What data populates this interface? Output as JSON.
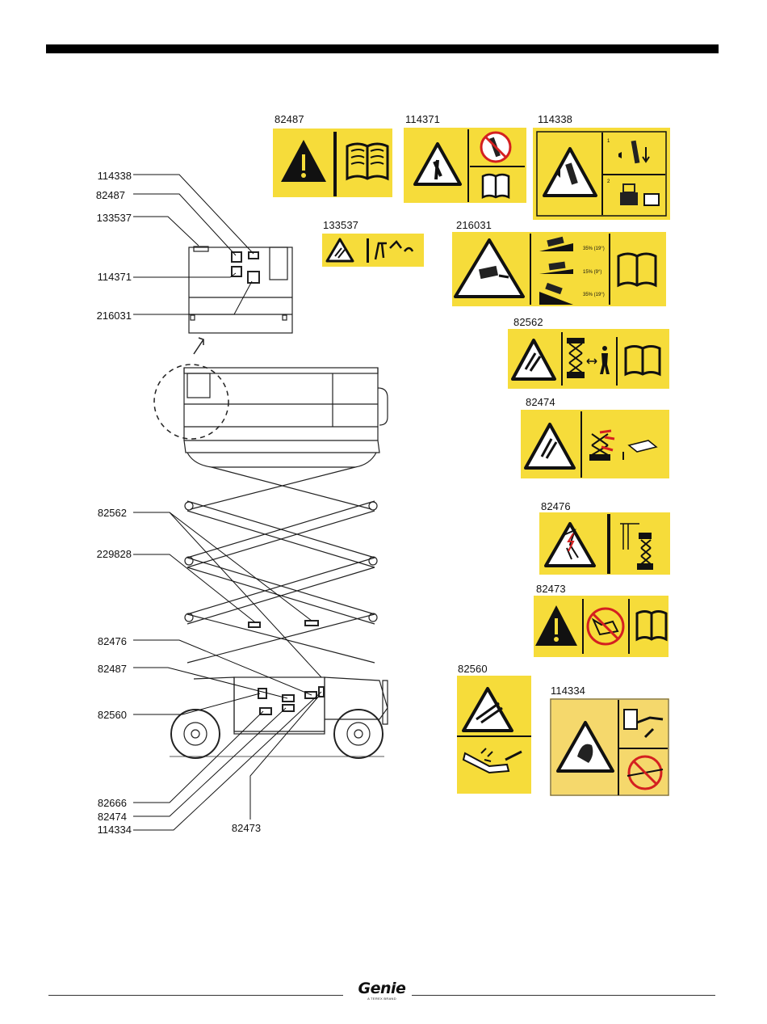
{
  "decals": {
    "d82487": "82487",
    "d114371": "114371",
    "d114338": "114338",
    "d133537": "133537",
    "d216031": "216031",
    "d82562": "82562",
    "d82474": "82474",
    "d82476": "82476",
    "d82473": "82473",
    "d82560": "82560",
    "d114334": "114334"
  },
  "slope_labels": [
    "35% (19°)",
    "15% (9°)",
    "35% (19°)"
  ],
  "callouts": {
    "c114338": "114338",
    "c82487a": "82487",
    "c133537": "133537",
    "c114371": "114371",
    "c216031": "216031",
    "c82562": "82562",
    "c229828": "229828",
    "c82476": "82476",
    "c82487b": "82487",
    "c82560": "82560",
    "c82666": "82666",
    "c82474": "82474",
    "c114334": "114334",
    "c82473": "82473"
  },
  "footer": {
    "brand": "Genie",
    "tagline": "A TEREX BRAND"
  },
  "colors": {
    "decal_yellow": "#f6dc3a",
    "rule_black": "#000000"
  }
}
